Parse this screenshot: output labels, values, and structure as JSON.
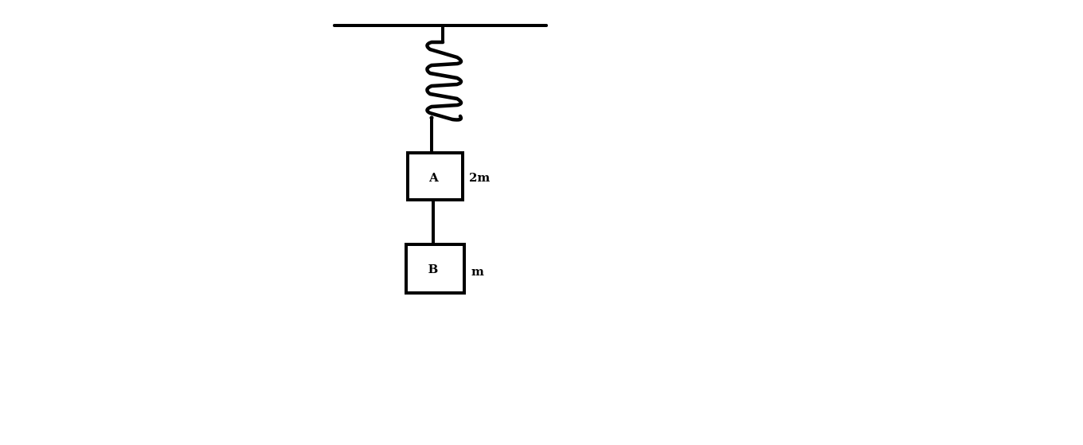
{
  "diagram": {
    "block_a": {
      "label": "A",
      "mass": "2m"
    },
    "block_b": {
      "label": "B",
      "mass": "m"
    },
    "colors": {
      "stroke": "#000000",
      "background": "#ffffff"
    }
  }
}
